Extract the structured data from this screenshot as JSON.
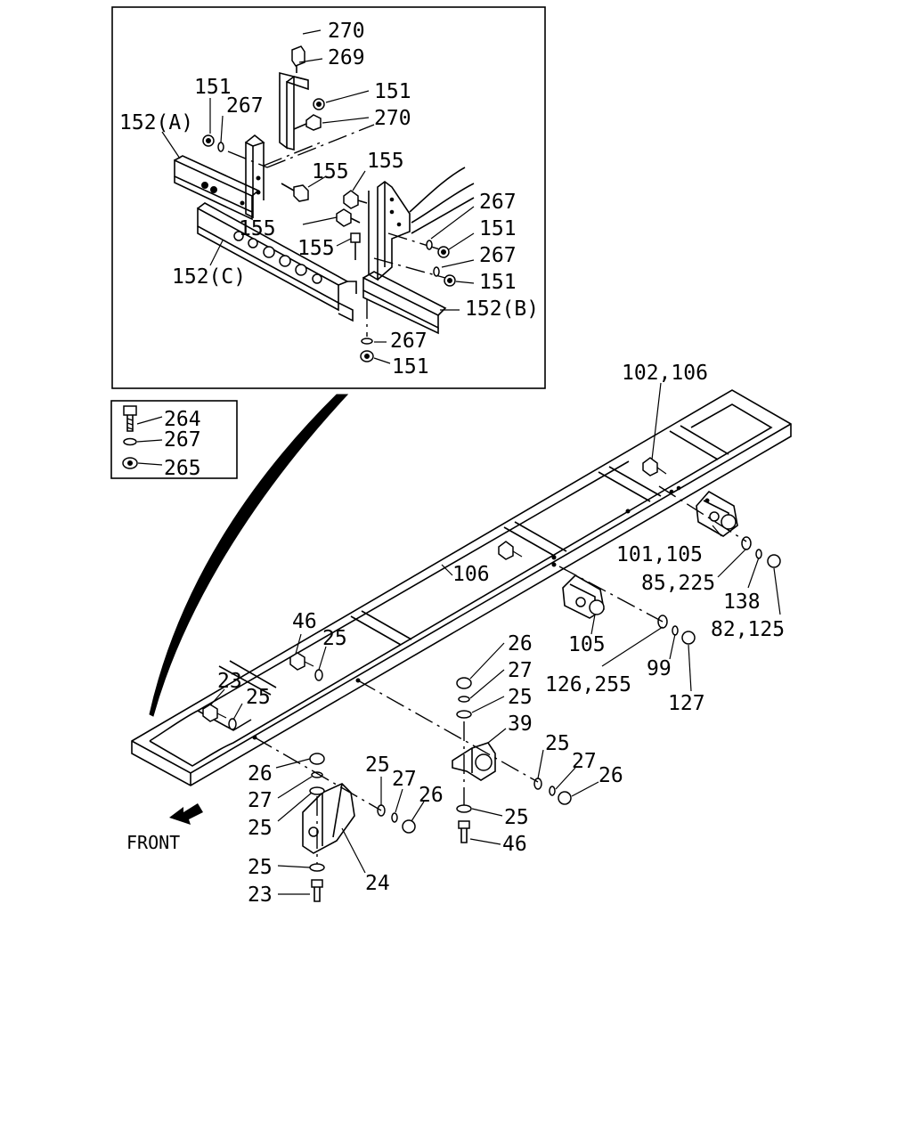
{
  "diagram": {
    "front_label": "FRONT",
    "detail_labels": {
      "l270a": "270",
      "l269": "269",
      "l151a": "151",
      "l267a": "267",
      "l151b": "151",
      "l270b": "270",
      "l152a": "152(A)",
      "l155a": "155",
      "l155b": "155",
      "l155c": "155",
      "l155d": "155",
      "l267b": "267",
      "l151c": "151",
      "l267c": "267",
      "l151d": "151",
      "l152c": "152(C)",
      "l152b": "152(B)",
      "l267d": "267",
      "l151e": "151"
    },
    "legend_labels": {
      "l264": "264",
      "l267": "267",
      "l265": "265"
    },
    "main_labels": {
      "l102_106": "102,106",
      "l101_105": "101,105",
      "l106": "106",
      "l85_225": "85,225",
      "l138": "138",
      "l82_125": "82,125",
      "l105": "105",
      "l126_255": "126,255",
      "l99": "99",
      "l127": "127",
      "l46a": "46",
      "l25a": "25",
      "l23a": "23",
      "l25b": "25",
      "l26a": "26",
      "l27a": "27",
      "l25c": "25",
      "l39": "39",
      "l25d": "25",
      "l27b": "27",
      "l26b": "26",
      "l25e": "25",
      "l46b": "46",
      "l26c": "26",
      "l27c": "27",
      "l25f": "25",
      "l25g": "25",
      "l27d": "27",
      "l26d": "26",
      "l25h": "25",
      "l24": "24",
      "l23b": "23"
    }
  }
}
